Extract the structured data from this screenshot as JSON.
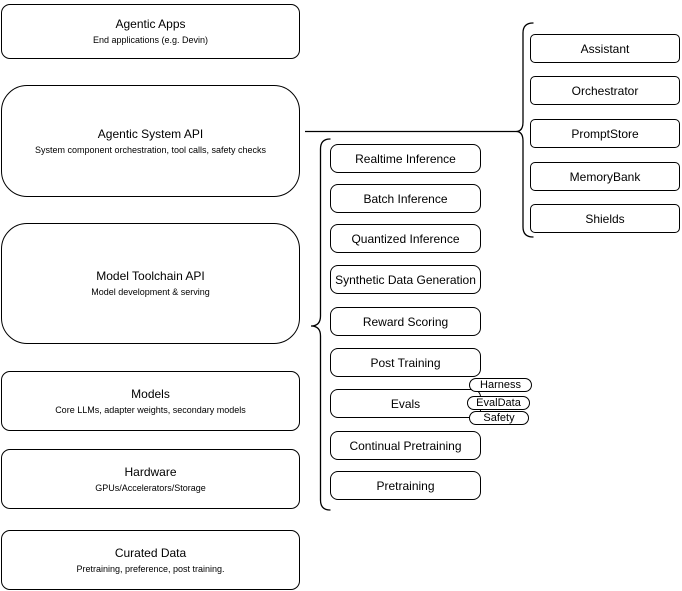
{
  "colors": {
    "stroke": "#000000",
    "fill": "#ffffff",
    "background": "#ffffff"
  },
  "stack": [
    {
      "title": "Agentic Apps",
      "subtitle": "End applications (e.g. Devin)"
    },
    {
      "title": "Agentic System API",
      "subtitle": "System component orchestration, tool calls, safety checks"
    },
    {
      "title": "Model Toolchain API",
      "subtitle": "Model development & serving"
    },
    {
      "title": "Models",
      "subtitle": "Core LLMs, adapter weights, secondary models"
    },
    {
      "title": "Hardware",
      "subtitle": "GPUs/Accelerators/Storage"
    },
    {
      "title": "Curated Data",
      "subtitle": "Pretraining, preference, post training."
    }
  ],
  "toolchain": {
    "items": [
      "Realtime Inference",
      "Batch Inference",
      "Quantized Inference",
      "Synthetic Data Generation",
      "Reward Scoring",
      "Post Training",
      "Evals",
      "Continual Pretraining",
      "Pretraining"
    ]
  },
  "evals_tags": [
    "Harness",
    "EvalData",
    "Safety"
  ],
  "system_components": [
    "Assistant",
    "Orchestrator",
    "PromptStore",
    "MemoryBank",
    "Shields"
  ]
}
